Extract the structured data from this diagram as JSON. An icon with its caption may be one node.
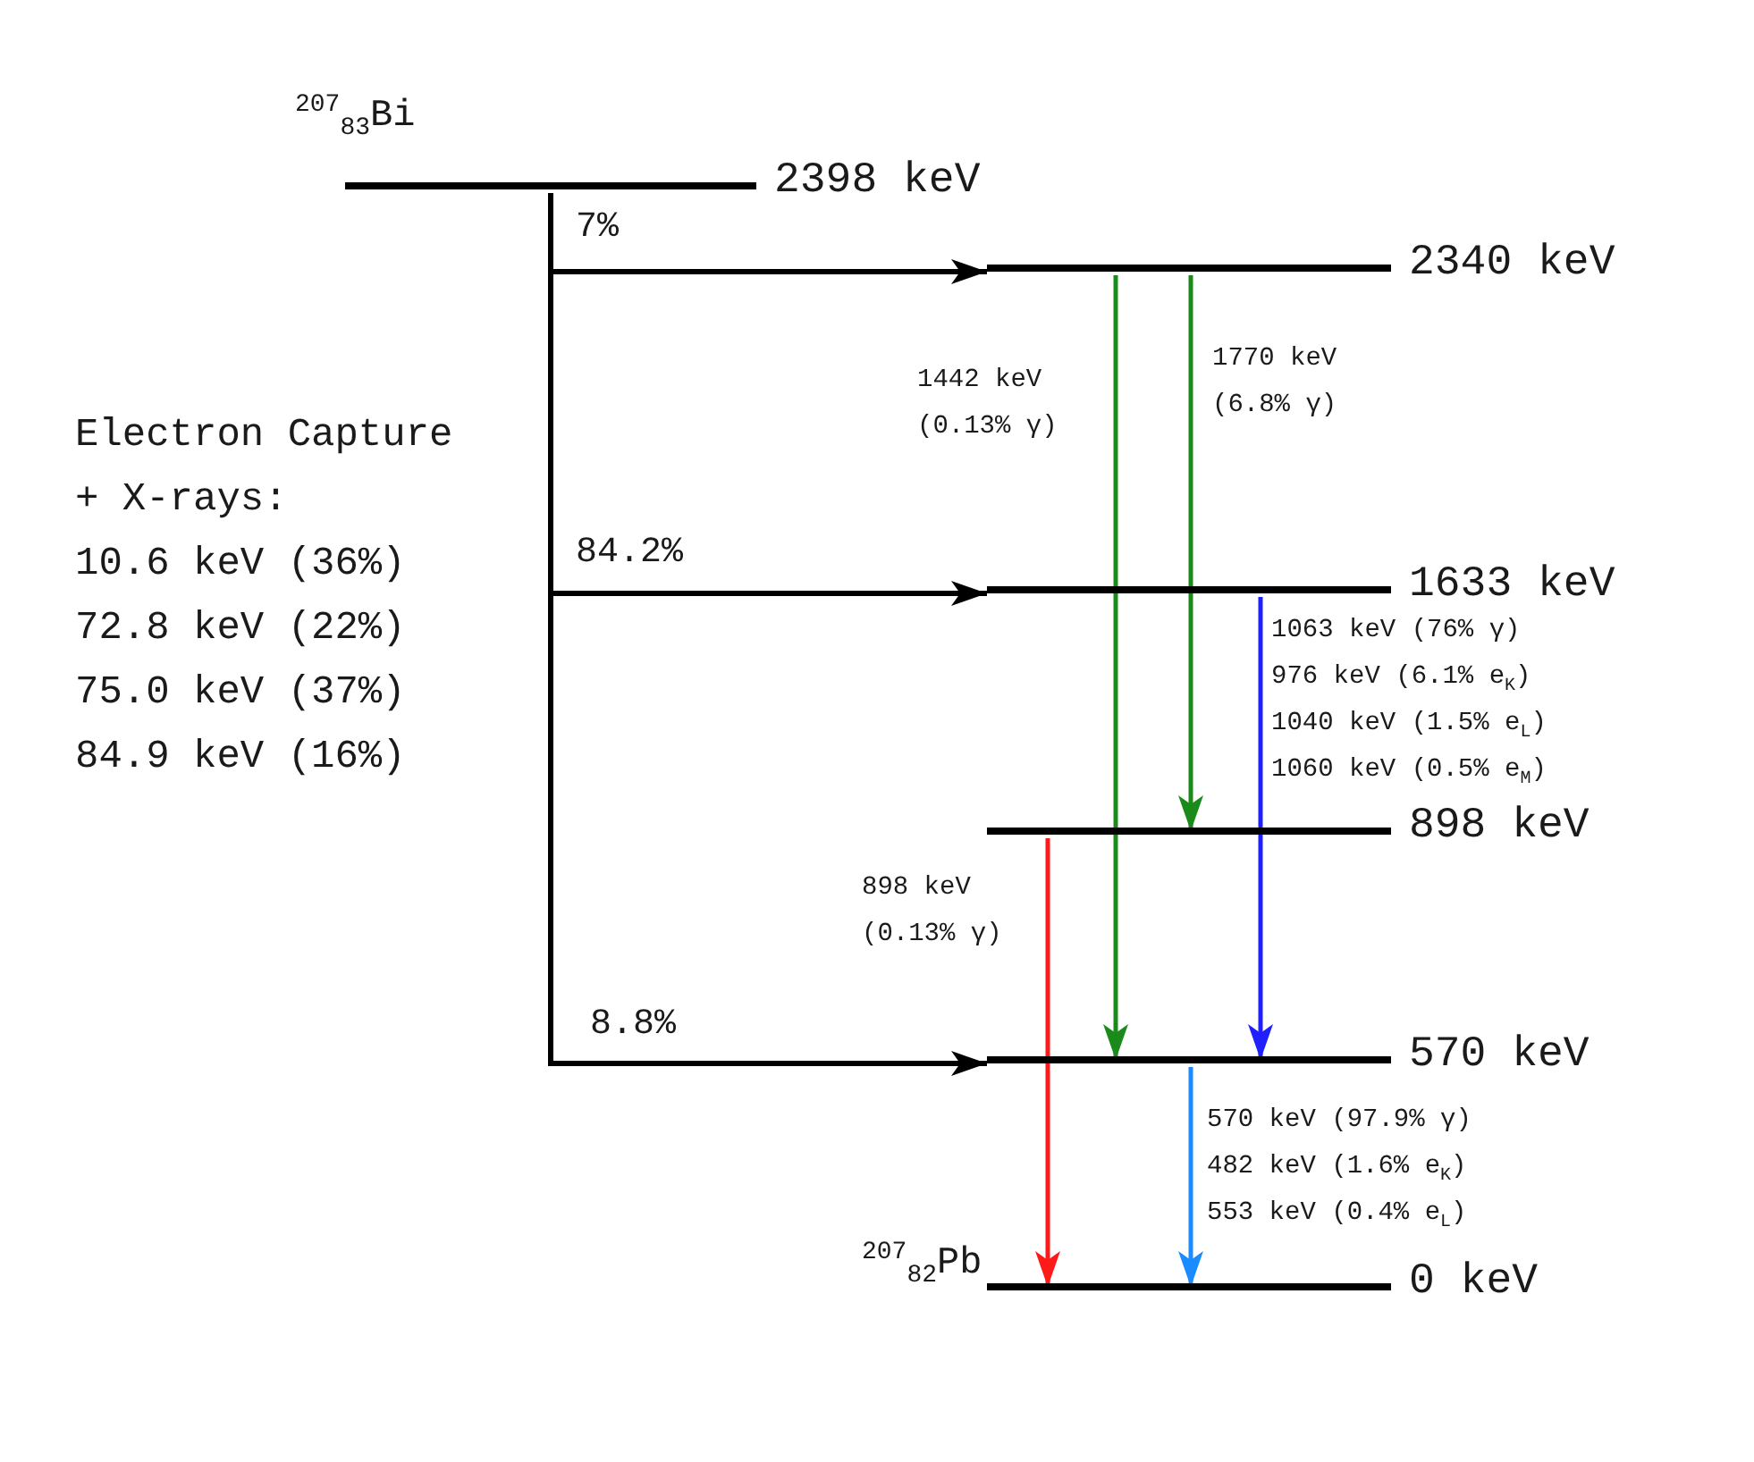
{
  "diagram": {
    "nodes": [
      {
        "text": [
          "2398 keV"
        ],
        "beside": [
          "$^{207}$$_{83}$Bi"
        ]
      },
      {
        "text": [
          "2340 keV"
        ]
      },
      {
        "text": [
          "1633 keV"
        ]
      },
      {
        "text": [
          "898 keV"
        ]
      },
      {
        "text": [
          "570 keV"
        ]
      },
      {
        "text": [
          "0 keV"
        ],
        "beside": [
          "$^{207}$$_{82}$Pb"
        ]
      }
    ],
    "edges": [
      {
        "from": 0,
        "to": 1,
        "arrow": "to",
        "label": "7%"
      },
      {
        "from": 0,
        "to": 2,
        "arrow": "to",
        "label": "84.2%"
      },
      {
        "from": 0,
        "to": 4,
        "arrow": "to",
        "label": "8.8%"
      },
      {
        "from": 1,
        "to": 4,
        "arrow": "to",
        "label": "1442 keV (0.13% γ)",
        "color": "#1a8a1a"
      },
      {
        "from": 1,
        "to": 3,
        "arrow": "to",
        "label": "1770 keV (6.8% γ)",
        "color": "#1a8a1a"
      },
      {
        "from": 2,
        "to": 4,
        "arrow": "to",
        "label": "1063 keV (76% γ) 976 keV (6.1% e$_{K}$) 1040 keV (1.5% e$_{L}$) 1060 keV (0.5% e$_{M}$)",
        "color": "#2020ff"
      },
      {
        "from": 3,
        "to": 5,
        "arrow": "to",
        "label": "898 keV (0.13% γ)",
        "color": "#ff1a1a"
      },
      {
        "from": 4,
        "to": 5,
        "arrow": "to",
        "label": "570 keV (97.9% γ) 482 keV (1.6% e$_{K}$) 553 keV (0.4% e$_{L}$)",
        "color": "#1a8cff"
      }
    ],
    "labels": [
      "Electron Capture + X-rays:",
      "10.6 keV (36%)",
      "72.8 keV (22%)",
      "75.0 keV (37%)",
      "84.9 keV (16%)"
    ]
  }
}
